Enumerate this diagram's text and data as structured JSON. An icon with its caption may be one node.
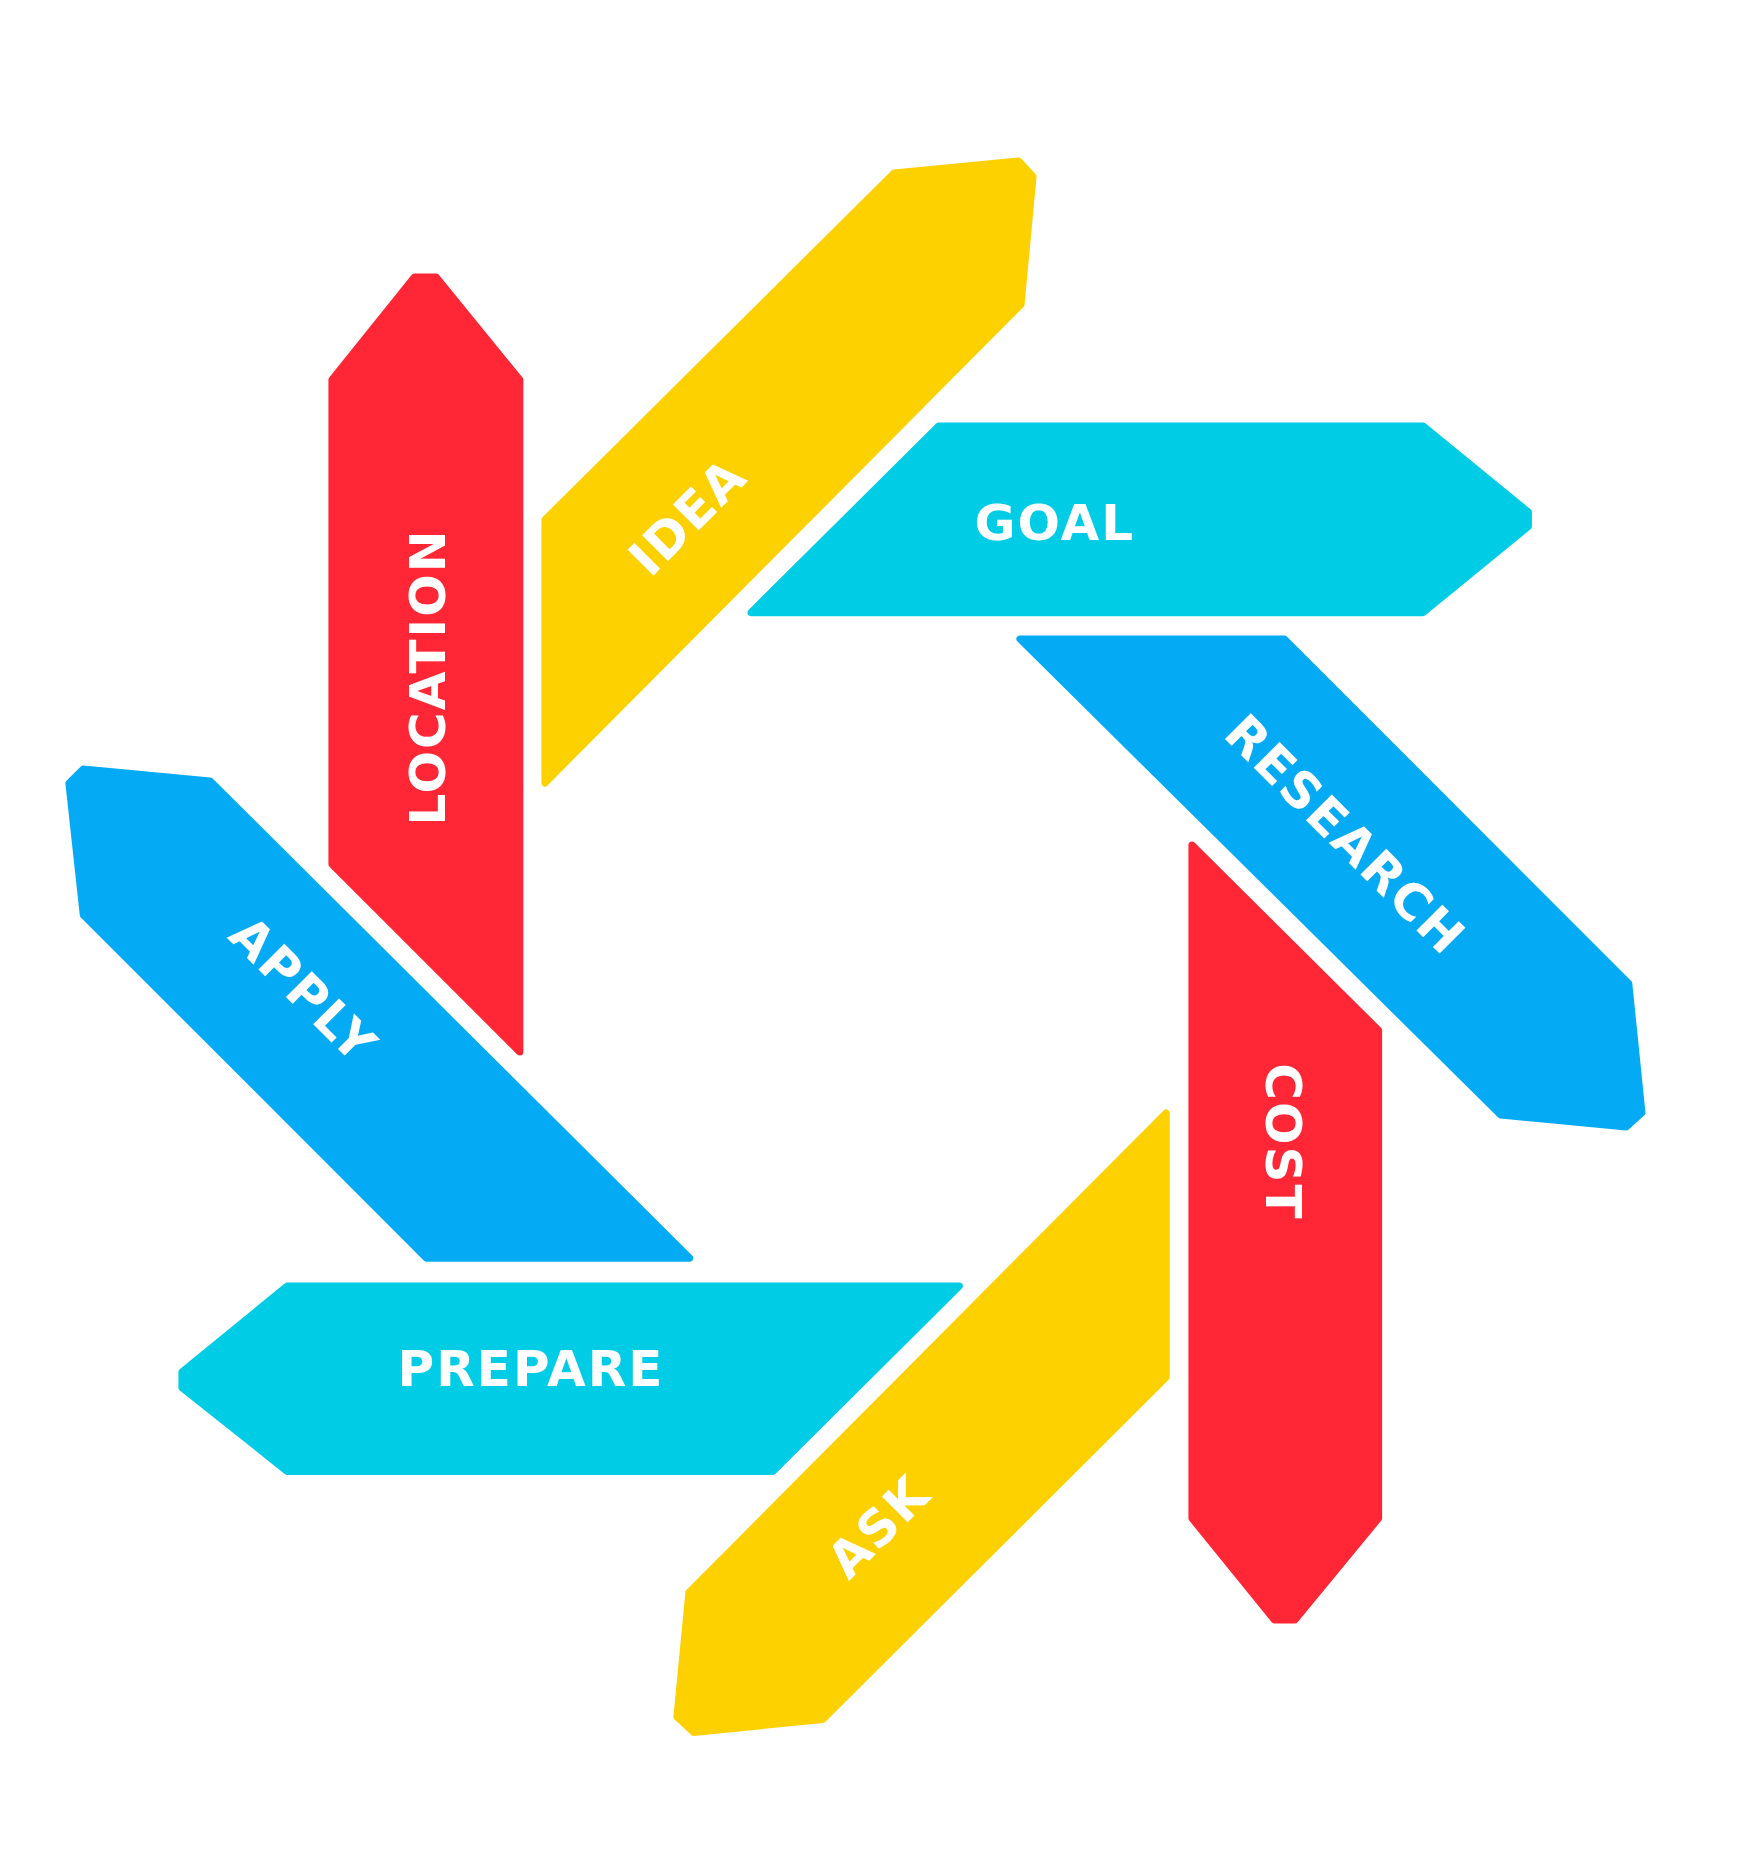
{
  "diagram": {
    "nodes": [
      {
        "text": [
          "IDEA"
        ]
      },
      {
        "text": [
          "GOAL"
        ]
      },
      {
        "text": [
          "RESEARCH"
        ]
      },
      {
        "text": [
          "COST"
        ]
      },
      {
        "text": [
          "ASK"
        ]
      },
      {
        "text": [
          "PREPARE"
        ]
      },
      {
        "text": [
          "APPLY"
        ]
      },
      {
        "text": [
          "LOCATION"
        ]
      }
    ]
  }
}
